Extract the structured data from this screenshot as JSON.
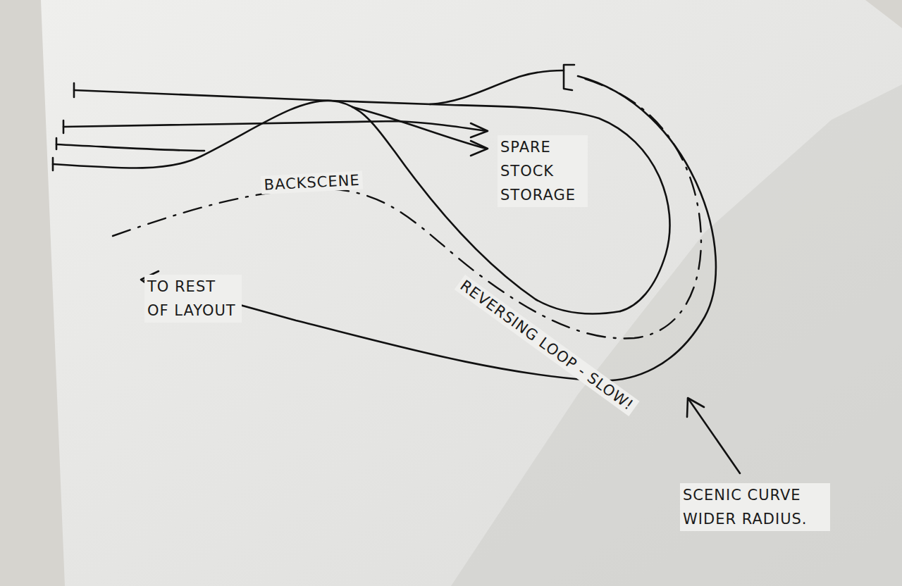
{
  "diagram": {
    "labels": [
      "SPARE STOCK STORAGE",
      "BACKSCENE",
      "REVERSING LOOP - SLOW!",
      "TO REST OF LAYOUT",
      "SCENIC CURVE WIDER RADIUS."
    ]
  }
}
